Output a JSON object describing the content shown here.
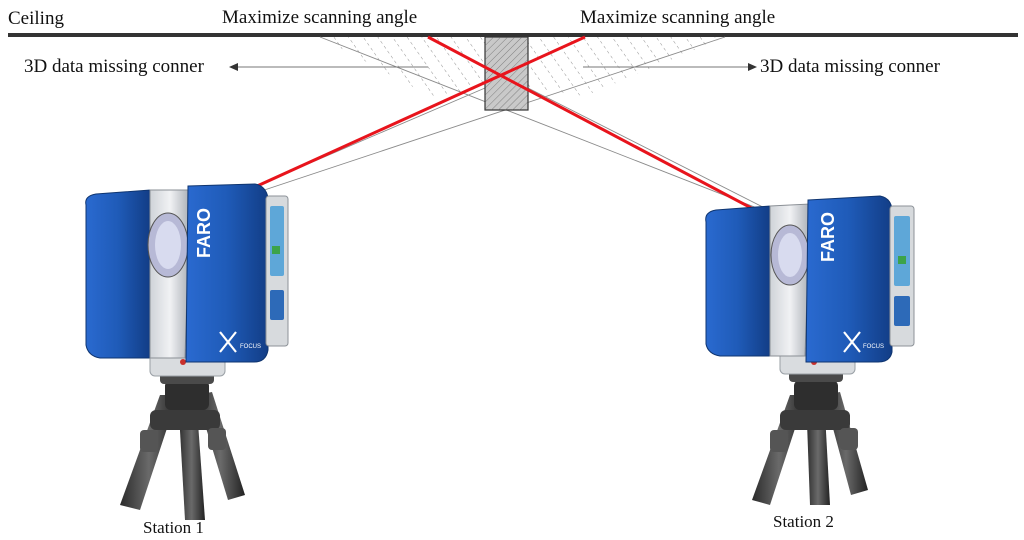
{
  "labels": {
    "ceiling": "Ceiling",
    "angle_left": "Maximize scanning angle",
    "angle_right": "Maximize scanning angle",
    "missing_left": "3D data missing conner",
    "missing_right": "3D data missing conner",
    "station_1": "Station 1",
    "station_2": "Station 2"
  },
  "scanner": {
    "brand": "FARO",
    "model": "FOCUS"
  },
  "colors": {
    "laser": "#e8141c",
    "scanner_body": "#1f5bb8",
    "ceiling": "#333333",
    "obstacle": "#bdbdbd"
  },
  "icons": {
    "scanner": "laser-scanner-icon",
    "tripod": "tripod-icon",
    "arrow": "arrow-icon"
  }
}
